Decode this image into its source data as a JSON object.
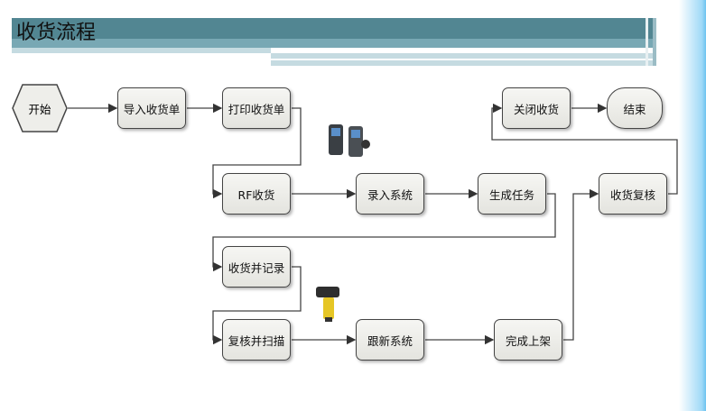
{
  "title": "收货流程",
  "nodes": {
    "start": "开始",
    "import": "导入收货单",
    "print": "打印收货单",
    "close": "关闭收货",
    "end": "结束",
    "rf": "RF收货",
    "entry": "录入系统",
    "task": "生成任务",
    "review": "收货复核",
    "record": "收货并记录",
    "scan": "复核并扫描",
    "update": "跟新系统",
    "putaway": "完成上架"
  },
  "images": [
    "handheld-rf-terminals",
    "barcode-scanner"
  ]
}
